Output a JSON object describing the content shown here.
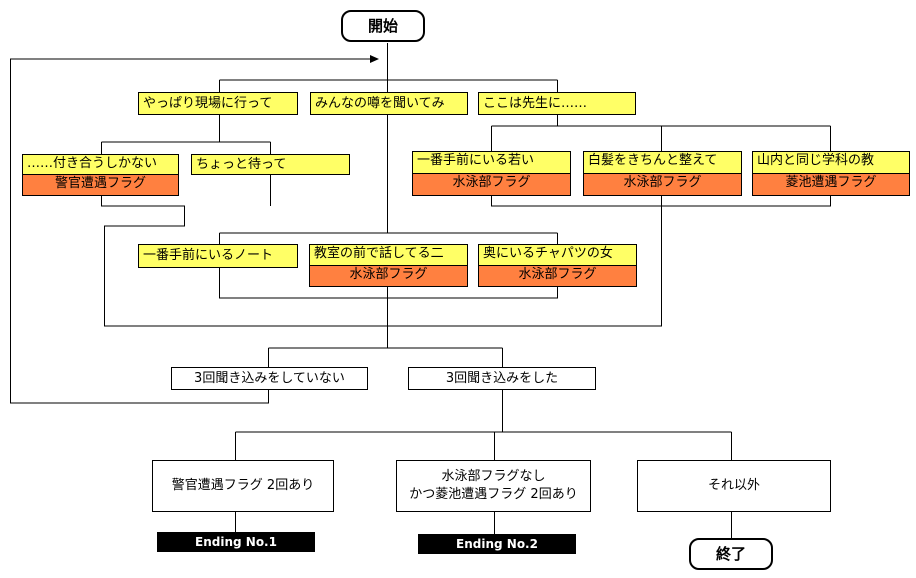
{
  "start": "開始",
  "end": "終了",
  "choices1": {
    "a": "やっぱり現場に行って",
    "b": "みんなの噂を聞いてみ",
    "c": "ここは先生に……"
  },
  "sub_a": {
    "a1": "……付き合うしかない",
    "a1_flag": "警官遭遇フラグ",
    "a2": "ちょっと待って"
  },
  "sub_c": {
    "c1": "一番手前にいる若い",
    "c1_flag": "水泳部フラグ",
    "c2": "白髪をきちんと整えて",
    "c2_flag": "水泳部フラグ",
    "c3": "山内と同じ学科の教",
    "c3_flag": "菱池遭遇フラグ"
  },
  "sub_b": {
    "b1": "一番手前にいるノート",
    "b2": "教室の前で話してる二",
    "b2_flag": "水泳部フラグ",
    "b3": "奥にいるチャパツの女",
    "b3_flag": "水泳部フラグ"
  },
  "check": {
    "not_done": "3回聞き込みをしていない",
    "done": "3回聞き込みをした"
  },
  "results": {
    "r1": "警官遭遇フラグ 2回あり",
    "r2_line1": "水泳部フラグなし",
    "r2_line2": "かつ菱池遭遇フラグ 2回あり",
    "r3": "それ以外"
  },
  "endings": {
    "e1": "Ending No.1",
    "e2": "Ending No.2"
  }
}
